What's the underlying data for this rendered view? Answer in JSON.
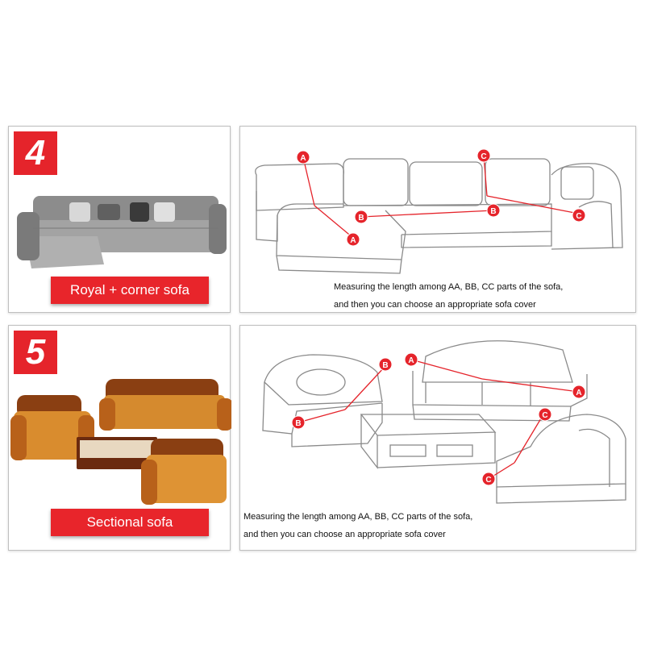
{
  "sections": [
    {
      "number": "4",
      "label": "Royal + corner sofa",
      "caption_line1": "Measuring the length among AA, BB, CC parts of the sofa,",
      "caption_line2": "and then you can choose an appropriate sofa cover"
    },
    {
      "number": "5",
      "label": "Sectional sofa",
      "caption_line1": "Measuring the length among AA, BB, CC parts of the sofa,",
      "caption_line2": "and then you can choose an appropriate sofa cover"
    }
  ],
  "markers": {
    "a": "A",
    "b": "B",
    "c": "C"
  },
  "colors": {
    "accent": "#e5242b",
    "sketch": "#8a8a8a",
    "sofa_gray": "#9a9a9a",
    "sofa_leather": "#c9731f"
  }
}
